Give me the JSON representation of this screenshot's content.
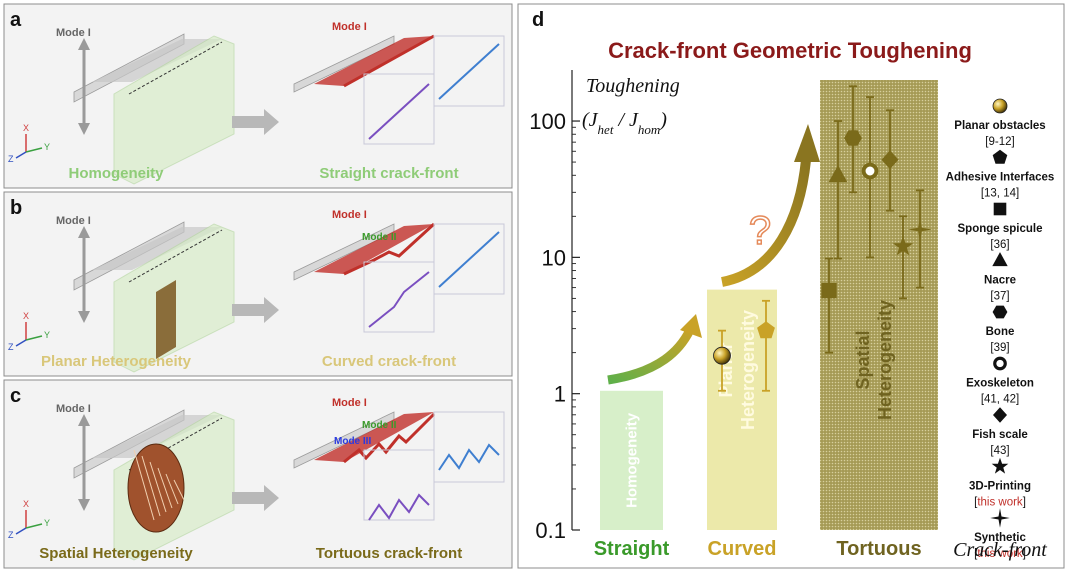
{
  "panels": [
    {
      "letter": "a",
      "mode_left": "Mode I",
      "mode_right": "Mode I",
      "cap_left": "Homogeneity",
      "cap_right": "Straight crack-front"
    },
    {
      "letter": "b",
      "mode_left": "Mode I",
      "mode_right": "Mode I",
      "mode_right2": "Mode II",
      "cap_left": "Planar Heterogeneity",
      "cap_right": "Curved crack-front"
    },
    {
      "letter": "c",
      "mode_left": "Mode I",
      "mode_right": "Mode I",
      "mode_right2": "Mode II",
      "mode_right3": "Mode III",
      "cap_left": "Spatial Heterogeneity",
      "cap_right": "Tortuous crack-front"
    }
  ],
  "axes_letters": {
    "x": "X",
    "y": "Y",
    "z": "Z"
  },
  "colors": {
    "green": "#6ab04c",
    "gold": "#c9a227",
    "olive": "#6f6320",
    "red": "#8b1a1a",
    "crack": "#c0302a",
    "purple": "#7a4fc0",
    "blue": "#3f7fd0"
  },
  "chart_data": {
    "panel_letter": "d",
    "type": "scatter",
    "title": "Crack-front Geometric Toughening",
    "ylabel_line1": "Toughening",
    "ylabel_line2_parts": [
      "(J",
      "het",
      " / J",
      "hom",
      ")"
    ],
    "yscale": "log",
    "ylim": [
      0.1,
      200
    ],
    "yticks": [
      0.1,
      1,
      10,
      100
    ],
    "ytick_labels": [
      "0.1",
      "1",
      "10",
      "100"
    ],
    "question_mark": "?",
    "regions": [
      {
        "name": "Straight",
        "bar_label": "Homogeneity",
        "top": 1.05
      },
      {
        "name": "Curved",
        "bar_label_lines": [
          "Planar",
          "Heterogeneity"
        ],
        "top": 5.8
      },
      {
        "name": "Tortuous",
        "bar_label_lines": [
          "Spatial",
          "Heterogeneity"
        ],
        "top": 200
      }
    ],
    "xlabel": "Crack-front",
    "points": [
      {
        "marker": "circle-half",
        "region": "Curved",
        "slot": 0,
        "y": 1.9,
        "low": 1.05,
        "high": 2.9
      },
      {
        "marker": "pentagon",
        "region": "Curved",
        "slot": 1,
        "y": 2.9,
        "low": 1.05,
        "high": 4.8
      },
      {
        "marker": "square",
        "region": "Tortuous",
        "slot": 0,
        "y": 5.7,
        "low": 2.0,
        "high": 9.8
      },
      {
        "marker": "triangle",
        "region": "Tortuous",
        "slot": 1,
        "y": 40,
        "low": 9.8,
        "high": 100
      },
      {
        "marker": "hexagon",
        "region": "Tortuous",
        "slot": 2,
        "y": 75,
        "low": 30,
        "high": 180
      },
      {
        "marker": "ring",
        "region": "Tortuous",
        "slot": 3,
        "y": 43,
        "low": 10,
        "high": 150
      },
      {
        "marker": "diamond",
        "region": "Tortuous",
        "slot": 4,
        "y": 52,
        "low": 22,
        "high": 120
      },
      {
        "marker": "star",
        "region": "Tortuous",
        "slot": 5,
        "y": 12,
        "low": 5,
        "high": 20
      },
      {
        "marker": "star4",
        "region": "Tortuous",
        "slot": 6,
        "y": 16,
        "low": 6,
        "high": 31
      }
    ],
    "legend": [
      {
        "marker": "circle-half",
        "name": "Planar obstacles",
        "ref": "[9-12]",
        "highlight": false
      },
      {
        "marker": "pentagon",
        "name": "Adhesive Interfaces",
        "ref": "[13, 14]",
        "highlight": false
      },
      {
        "marker": "square",
        "name": "Sponge spicule",
        "ref": "[36]",
        "highlight": false
      },
      {
        "marker": "triangle",
        "name": "Nacre",
        "ref": "[37]",
        "highlight": false
      },
      {
        "marker": "hexagon",
        "name": "Bone",
        "ref": "[39]",
        "highlight": false
      },
      {
        "marker": "ring",
        "name": "Exoskeleton",
        "ref": "[41, 42]",
        "highlight": false
      },
      {
        "marker": "diamond",
        "name": "Fish scale",
        "ref": "[43]",
        "highlight": false
      },
      {
        "marker": "star",
        "name": "3D-Printing",
        "ref": "this work",
        "highlight": true
      },
      {
        "marker": "star4",
        "name": "Synthetic",
        "ref": "this work",
        "highlight": true
      }
    ]
  }
}
